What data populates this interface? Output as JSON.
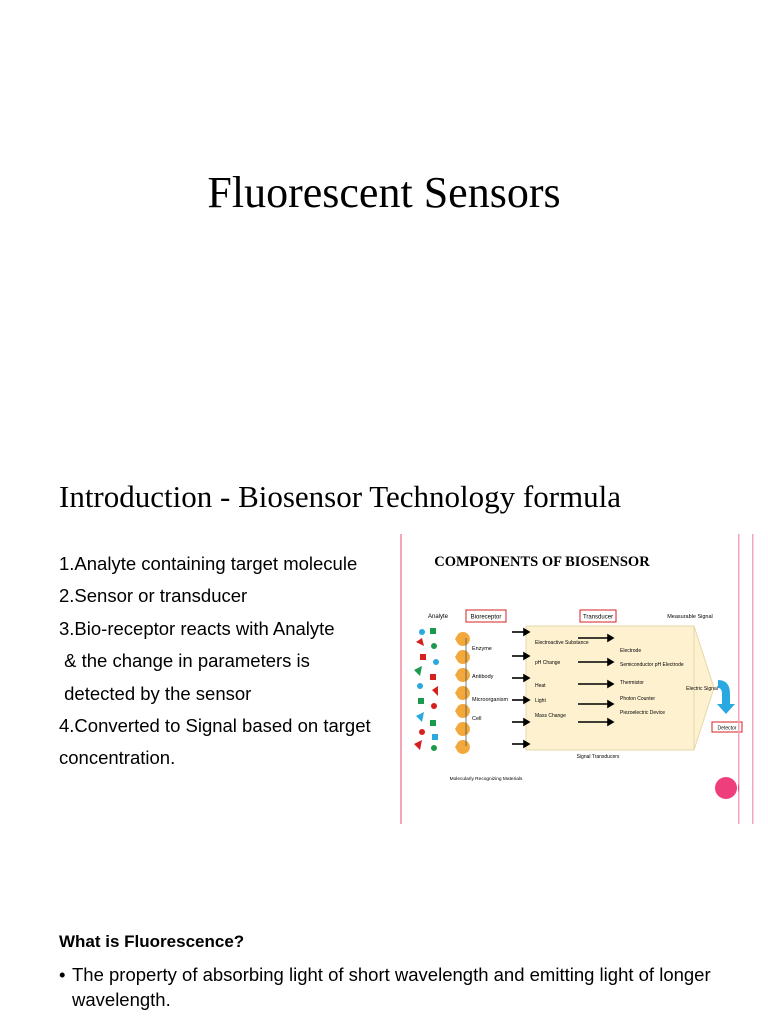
{
  "slide": {
    "title": "Fluorescent Sensors"
  },
  "intro": {
    "heading": "Introduction - Biosensor Technology formula",
    "steps": [
      "1.Analyte containing target molecule",
      "2.Sensor or transducer",
      "3.Bio-receptor reacts with Analyte",
      " & the change in parameters is",
      " detected by the sensor",
      "4.Converted to Signal based on target",
      "concentration."
    ]
  },
  "figure": {
    "title": "COMPONENTS OF BIOSENSOR",
    "analyte": "Analyte",
    "bioreceptor": "Bioreceptor",
    "transducer": "Transducer",
    "measurable_signal": "Measurable Signal",
    "receptors": [
      "Enzyme",
      "Antibody",
      "Microorganism",
      "Cell"
    ],
    "molecular": "Molecularly Recognizing Materials",
    "changes": [
      "Electroactive Substance",
      "pH Change",
      "Heat",
      "Light",
      "Mass Change"
    ],
    "devices": [
      "Electrode",
      "Semiconductor pH Electrode",
      "Thermistor",
      "Photon Counter",
      "Piezoelectric Device"
    ],
    "signal_transducers": "Signal Transducers",
    "electric_signal": "Electric Signal",
    "detector": "Detector",
    "colors": {
      "frame": "#f4a6b8",
      "panel": "#fdf1cf",
      "accent_red": "#d62020",
      "arrow_blue": "#2aa9e0",
      "dot_pink": "#ee3f7c"
    }
  },
  "fluorescence": {
    "question": "What is Fluorescence?",
    "bullet_symbol": "•",
    "bullet": "The property of absorbing light of short wavelength and emitting light of longer wavelength."
  }
}
